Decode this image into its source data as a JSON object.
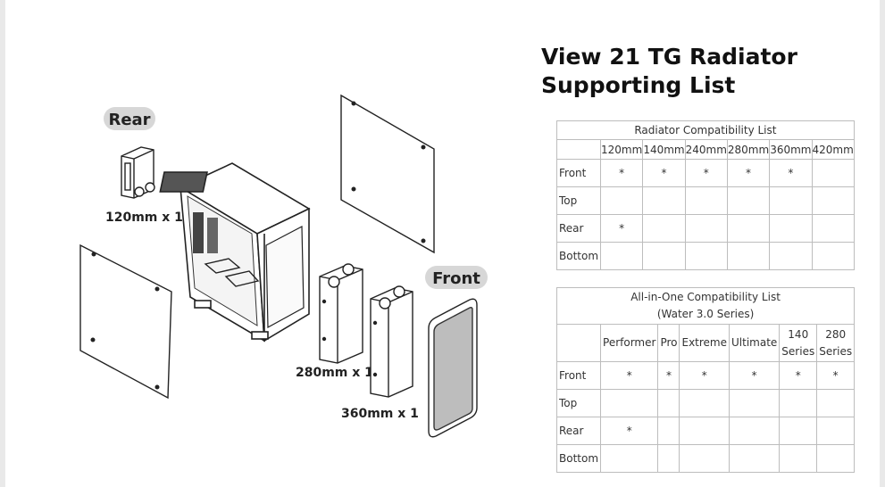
{
  "title_line1": "View 21 TG Radiator",
  "title_line2": "Supporting List",
  "diagram": {
    "rear_label": "Rear",
    "front_label": "Front",
    "rad120_label": "120mm x 1",
    "rad280_label": "280mm x 1",
    "rad360_label": "360mm x 1"
  },
  "radiator_table": {
    "caption": "Radiator Compatibility List",
    "columns": [
      "120mm",
      "140mm",
      "240mm",
      "280mm",
      "360mm",
      "420mm"
    ],
    "rows": [
      {
        "label": "Front",
        "cells": [
          "*",
          "*",
          "*",
          "*",
          "*",
          ""
        ]
      },
      {
        "label": "Top",
        "cells": [
          "",
          "",
          "",
          "",
          "",
          ""
        ]
      },
      {
        "label": "Rear",
        "cells": [
          "*",
          "",
          "",
          "",
          "",
          ""
        ]
      },
      {
        "label": "Bottom",
        "cells": [
          "",
          "",
          "",
          "",
          "",
          ""
        ]
      }
    ]
  },
  "aio_table": {
    "caption_line1": "All-in-One Compatibility List",
    "caption_line2": "(Water 3.0 Series)",
    "columns": [
      {
        "line1": "Performer",
        "line2": ""
      },
      {
        "line1": "Pro",
        "line2": ""
      },
      {
        "line1": "Extreme",
        "line2": ""
      },
      {
        "line1": "Ultimate",
        "line2": ""
      },
      {
        "line1": "140",
        "line2": "Series"
      },
      {
        "line1": "280",
        "line2": "Series"
      }
    ],
    "rows": [
      {
        "label": "Front",
        "cells": [
          "*",
          "*",
          "*",
          "*",
          "*",
          "*"
        ]
      },
      {
        "label": "Top",
        "cells": [
          "",
          "",
          "",
          "",
          "",
          ""
        ]
      },
      {
        "label": "Rear",
        "cells": [
          "*",
          "",
          "",
          "",
          "",
          ""
        ]
      },
      {
        "label": "Bottom",
        "cells": [
          "",
          "",
          "",
          "",
          "",
          ""
        ]
      }
    ]
  }
}
